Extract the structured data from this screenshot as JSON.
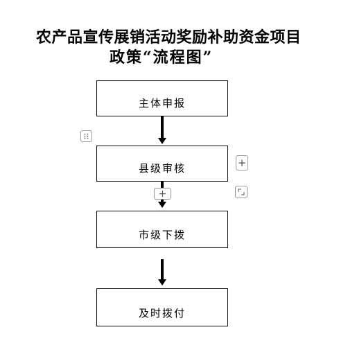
{
  "title": {
    "line1": "农产品宣传展销活动奖励补助资金项目",
    "line2": "政策“流程图”"
  },
  "flow": {
    "steps": [
      {
        "label": "主体申报"
      },
      {
        "label": "县级审核"
      },
      {
        "label": "市级下拨"
      },
      {
        "label": "及时拨付"
      }
    ]
  },
  "controls": {
    "add_right_symbol": "+",
    "add_below_symbol": "+"
  },
  "icons": {
    "drag": "drag-dots-icon",
    "resize": "resize-corner-icon",
    "arrow": "arrow-down-icon"
  }
}
